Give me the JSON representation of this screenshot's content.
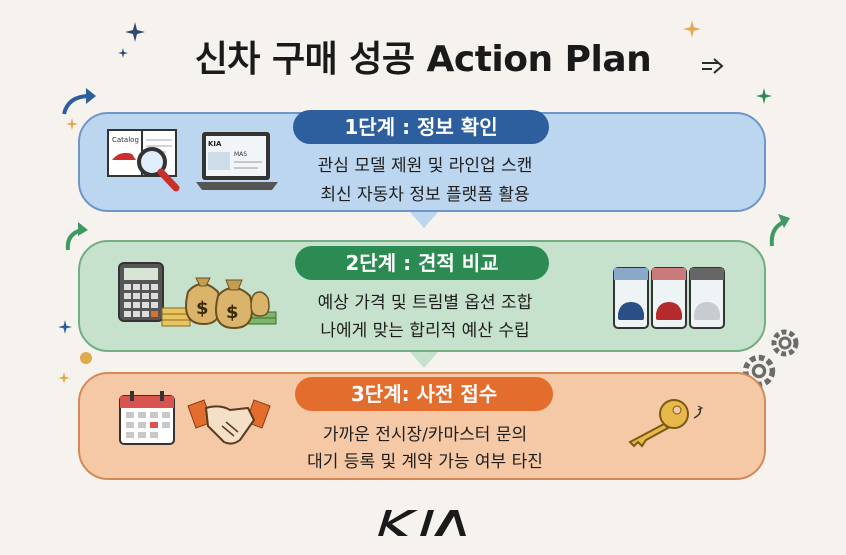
{
  "title": "신차 구매 성공 Action Plan",
  "steps": [
    {
      "label": "1단계 : 정보 확인",
      "lines": [
        "관심 모델 제원 및 라인업 스캔",
        "최신 자동차 정보 플랫폼 활용"
      ]
    },
    {
      "label": "2단계 : 견적 비교",
      "lines": [
        "예상 가격 및 트림별 옵션 조합",
        "나에게 맞는 합리적 예산 수립"
      ]
    },
    {
      "label": "3단계: 사전 접수",
      "lines": [
        "가까운 전시장/카마스터 문의",
        "대기 등록 및 계약 가능 여부 타진"
      ]
    }
  ],
  "catalog_text": "Catalog",
  "laptop_texts": [
    "KIA",
    "MAS"
  ],
  "brand_logo": "KIA",
  "colors": {
    "step1_bg": "#bcd6ef",
    "step1_pill": "#2d5e9e",
    "step2_bg": "#c6e2cc",
    "step2_pill": "#2c8a53",
    "step3_bg": "#f6c9a6",
    "step3_pill": "#e36d2d"
  }
}
